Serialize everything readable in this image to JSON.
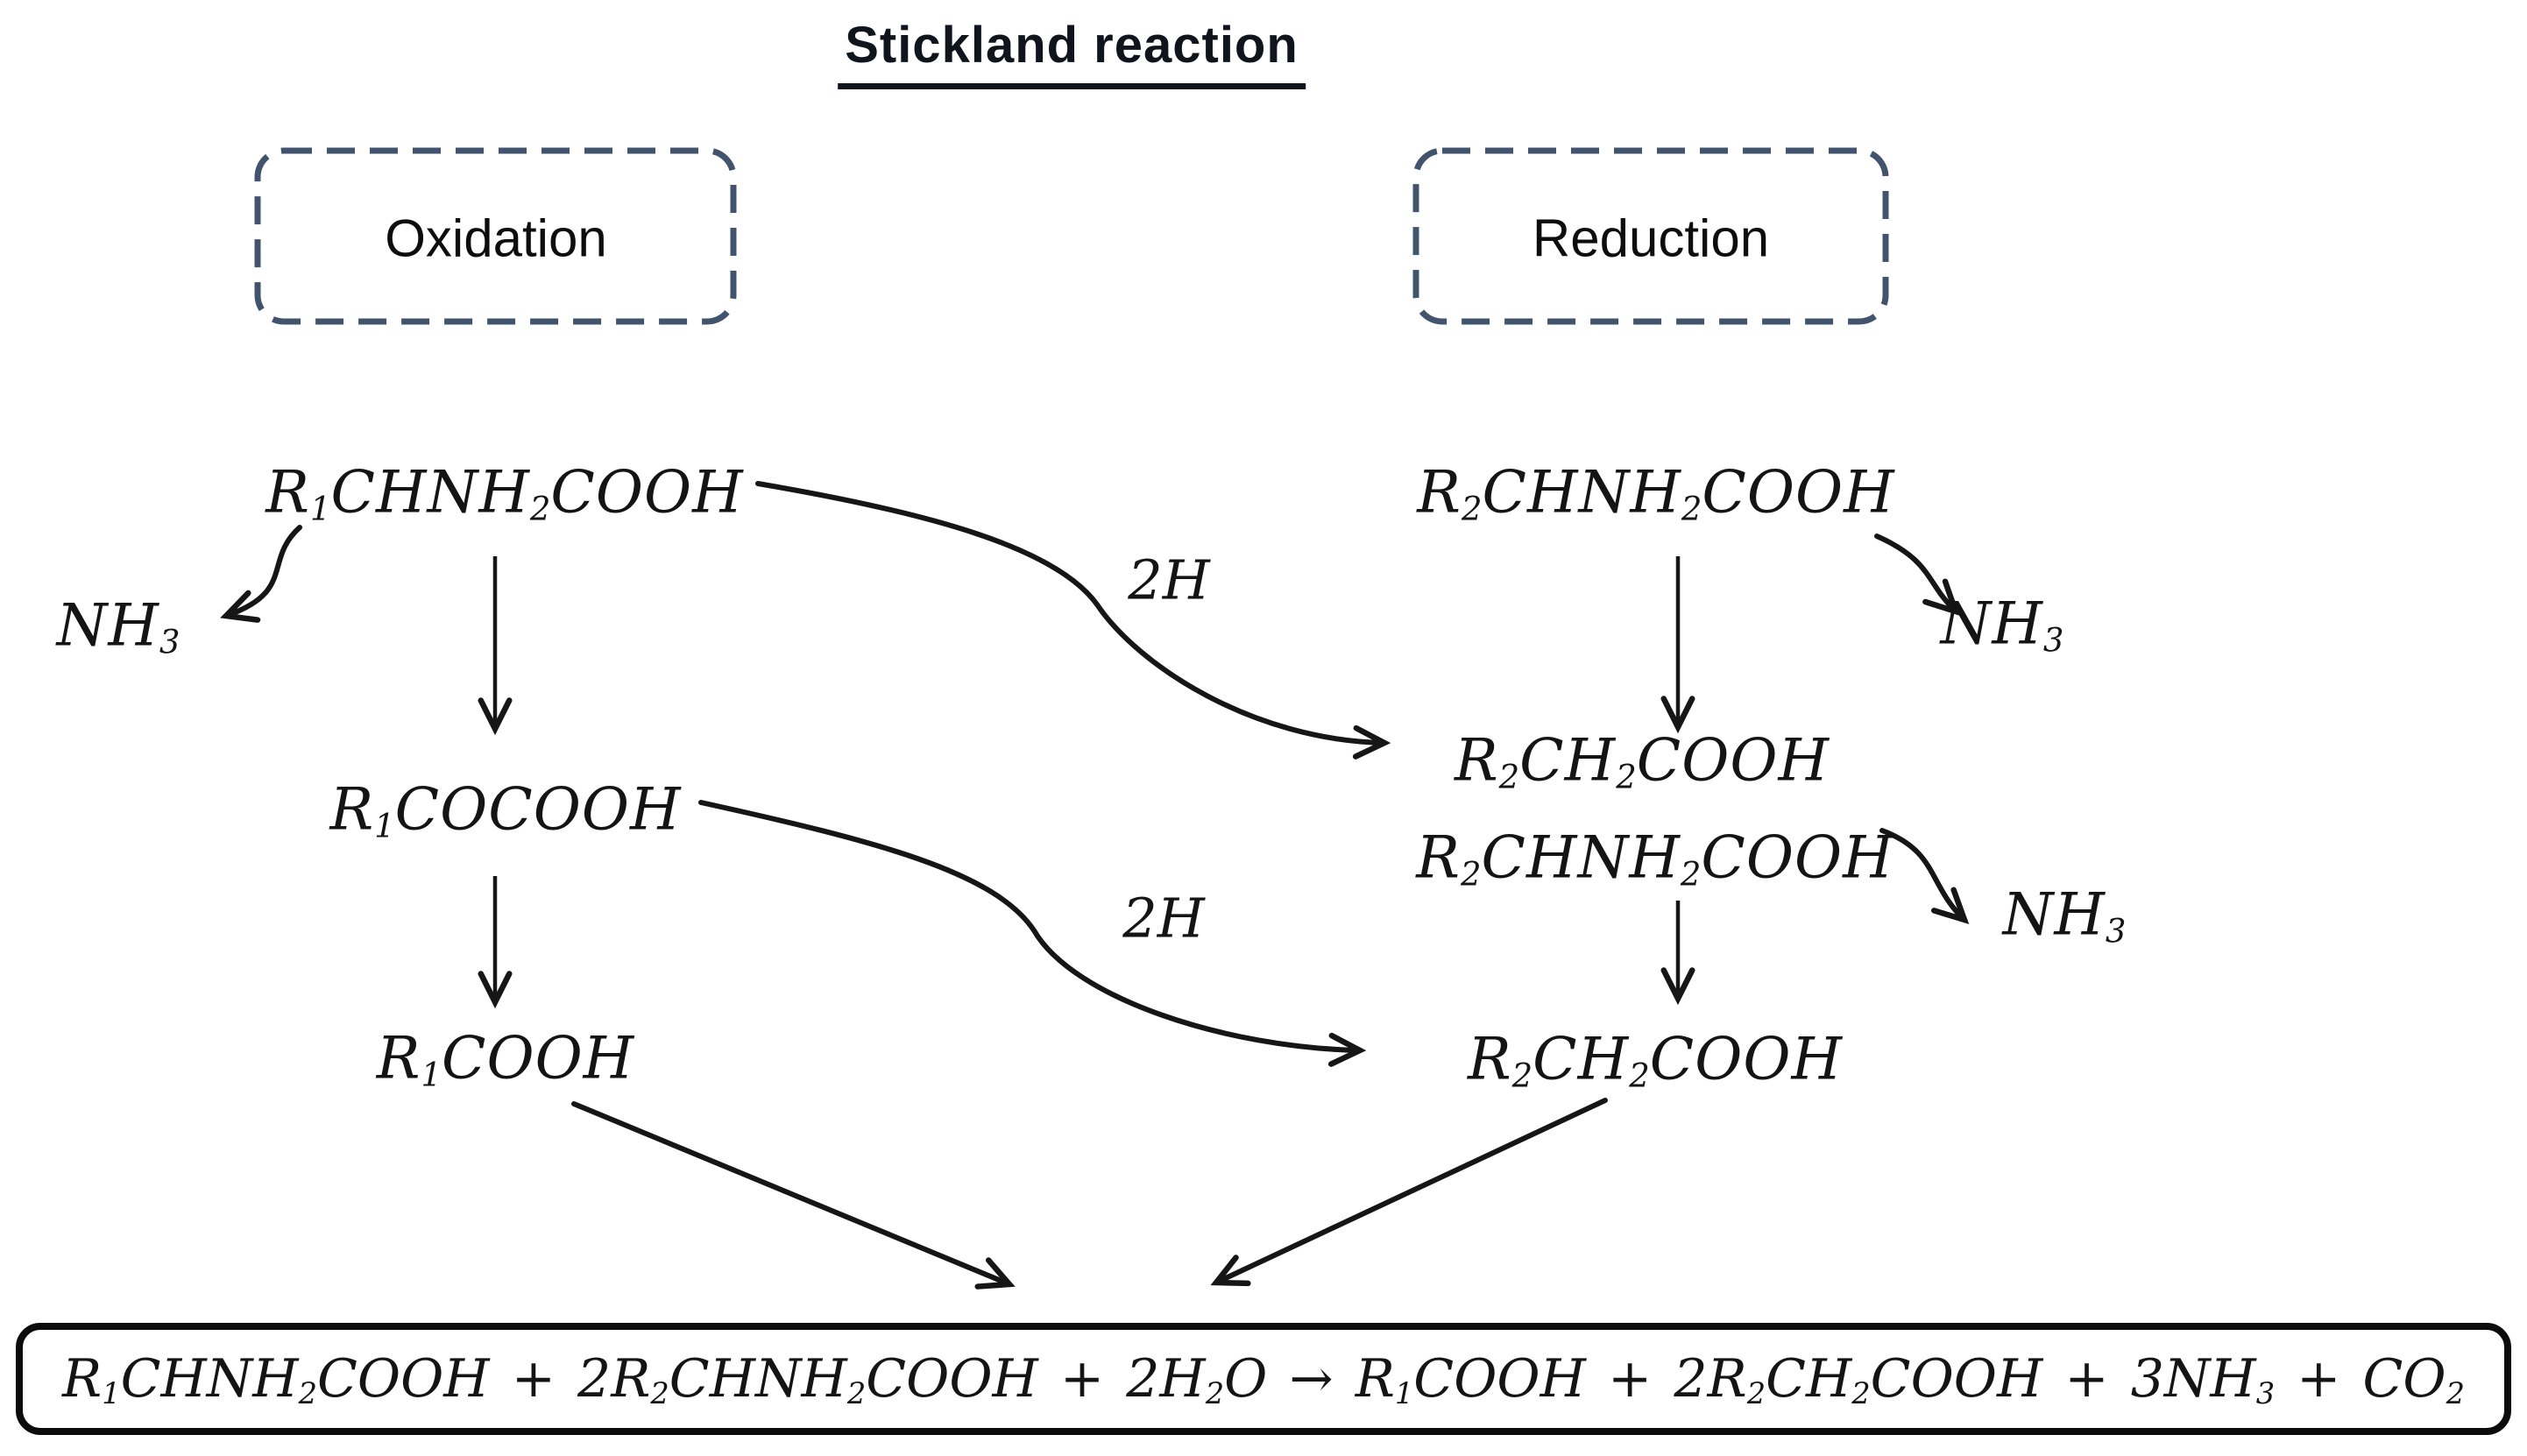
{
  "title": "Stickland reaction",
  "process_boxes": {
    "oxidation": "Oxidation",
    "reduction": "Reduction"
  },
  "labels": {
    "h_transfer_top": "2H",
    "h_transfer_bottom": "2H"
  },
  "colors": {
    "ink": "#141414",
    "dashed_box_border": "#42536e",
    "equation_box_border": "#0b0b0b",
    "background": "#ffffff"
  },
  "nodes": {
    "r1_amino_acid": {
      "segments": [
        [
          "t",
          "R"
        ],
        [
          "s",
          "1"
        ],
        [
          "t",
          "CHNH"
        ],
        [
          "s",
          "2"
        ],
        [
          "t",
          "COOH"
        ]
      ]
    },
    "r1_keto_acid": {
      "segments": [
        [
          "t",
          "R"
        ],
        [
          "s",
          "1"
        ],
        [
          "t",
          "COCOOH"
        ]
      ]
    },
    "r1_fatty_acid": {
      "segments": [
        [
          "t",
          "R"
        ],
        [
          "s",
          "1"
        ],
        [
          "t",
          "COOH"
        ]
      ]
    },
    "r2_amino_acid_top": {
      "segments": [
        [
          "t",
          "R"
        ],
        [
          "s",
          "2"
        ],
        [
          "t",
          "CHNH"
        ],
        [
          "s",
          "2"
        ],
        [
          "t",
          "COOH"
        ]
      ]
    },
    "r2_fatty_acid_top": {
      "segments": [
        [
          "t",
          "R"
        ],
        [
          "s",
          "2"
        ],
        [
          "t",
          "CH"
        ],
        [
          "s",
          "2"
        ],
        [
          "t",
          "COOH"
        ]
      ]
    },
    "r2_amino_acid_mid": {
      "segments": [
        [
          "t",
          "R"
        ],
        [
          "s",
          "2"
        ],
        [
          "t",
          "CHNH"
        ],
        [
          "s",
          "2"
        ],
        [
          "t",
          "COOH"
        ]
      ]
    },
    "r2_fatty_acid_bottom": {
      "segments": [
        [
          "t",
          "R"
        ],
        [
          "s",
          "2"
        ],
        [
          "t",
          "CH"
        ],
        [
          "s",
          "2"
        ],
        [
          "t",
          "COOH"
        ]
      ]
    },
    "nh3_left": {
      "segments": [
        [
          "t",
          "NH"
        ],
        [
          "s",
          "3"
        ]
      ]
    },
    "nh3_right_top": {
      "segments": [
        [
          "t",
          "NH"
        ],
        [
          "s",
          "3"
        ]
      ]
    },
    "nh3_right_mid": {
      "segments": [
        [
          "t",
          "NH"
        ],
        [
          "s",
          "3"
        ]
      ]
    }
  },
  "overall_equation": {
    "segments": [
      [
        "t",
        "R"
      ],
      [
        "s",
        "1"
      ],
      [
        "t",
        "CHNH"
      ],
      [
        "s",
        "2"
      ],
      [
        "t",
        "COOH + 2R"
      ],
      [
        "s",
        "2"
      ],
      [
        "t",
        "CHNH"
      ],
      [
        "s",
        "2"
      ],
      [
        "t",
        "COOH + 2H"
      ],
      [
        "s",
        "2"
      ],
      [
        "t",
        "O → R"
      ],
      [
        "s",
        "1"
      ],
      [
        "t",
        "COOH + 2R"
      ],
      [
        "s",
        "2"
      ],
      [
        "t",
        "CH"
      ],
      [
        "s",
        "2"
      ],
      [
        "t",
        "COOH + 3NH"
      ],
      [
        "s",
        "3"
      ],
      [
        "t",
        " + CO"
      ],
      [
        "s",
        "2"
      ]
    ]
  }
}
